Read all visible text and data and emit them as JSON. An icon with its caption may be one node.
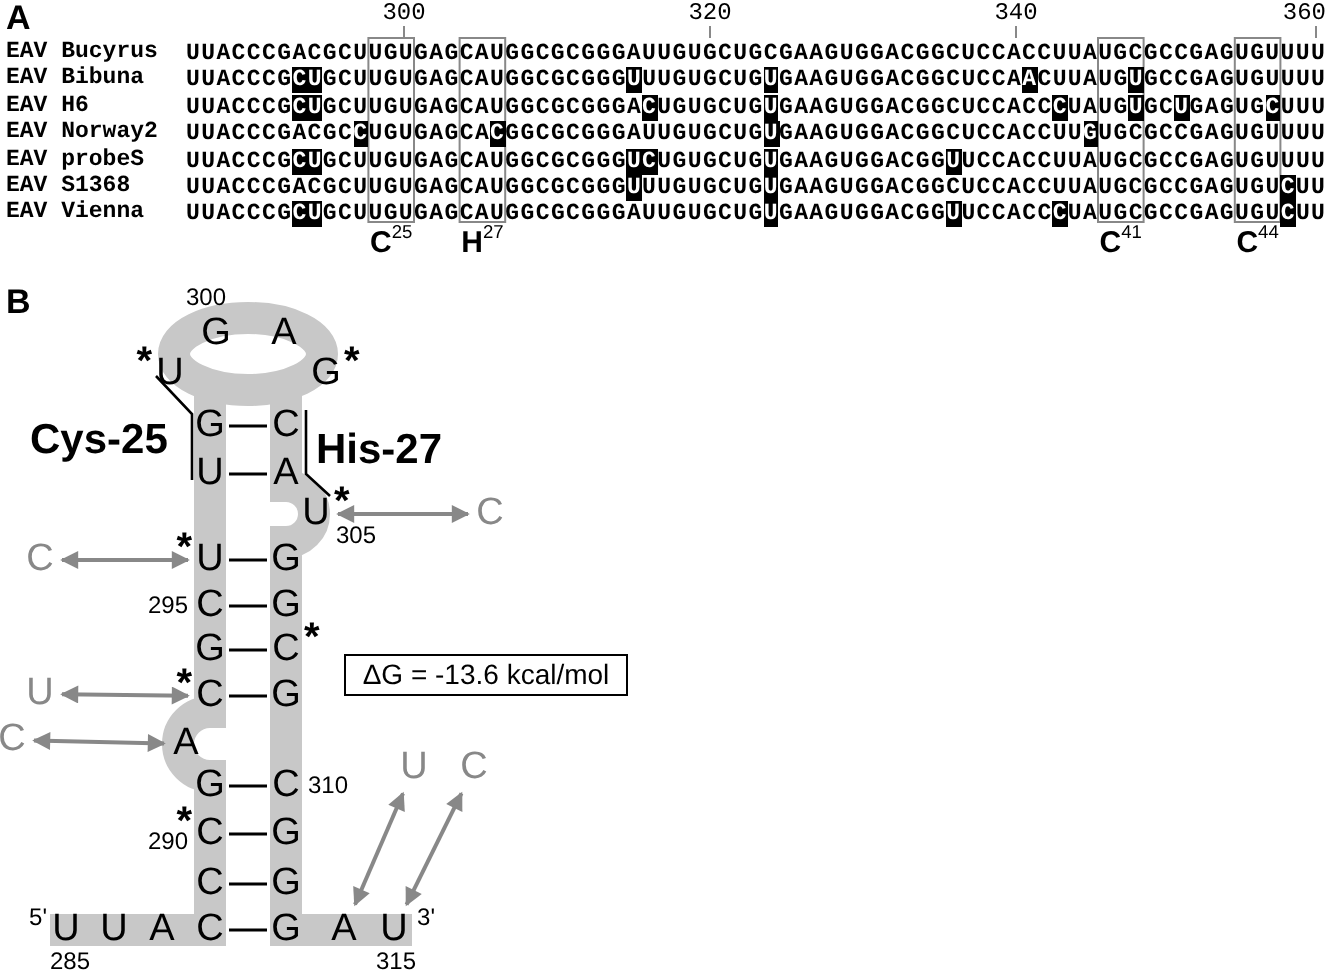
{
  "diagram": {
    "nodes": [
      {
        "text": [
          "U"
        ]
      },
      {
        "text": [
          "U"
        ]
      },
      {
        "text": [
          "A"
        ]
      },
      {
        "text": [
          "C"
        ]
      },
      {
        "text": [
          "C"
        ]
      },
      {
        "text": [
          "C"
        ],
        "beside": [
          "*"
        ]
      },
      {
        "text": [
          "G"
        ]
      },
      {
        "text": [
          "A"
        ]
      },
      {
        "text": [
          "C"
        ],
        "beside": [
          "*"
        ]
      },
      {
        "text": [
          "G"
        ]
      },
      {
        "text": [
          "C"
        ]
      },
      {
        "text": [
          "U"
        ],
        "beside": [
          "*"
        ]
      },
      {
        "text": [
          "U"
        ]
      },
      {
        "text": [
          "G"
        ]
      },
      {
        "text": [
          "U"
        ],
        "beside": [
          "*"
        ]
      },
      {
        "text": [
          "G"
        ]
      },
      {
        "text": [
          "A"
        ]
      },
      {
        "text": [
          "G"
        ],
        "beside": [
          "*"
        ]
      },
      {
        "text": [
          "C"
        ]
      },
      {
        "text": [
          "A"
        ]
      },
      {
        "text": [
          "U"
        ],
        "beside": [
          "*"
        ]
      },
      {
        "text": [
          "G"
        ]
      },
      {
        "text": [
          "G"
        ]
      },
      {
        "text": [
          "C"
        ],
        "beside": [
          "*"
        ]
      },
      {
        "text": [
          "G"
        ]
      },
      {
        "text": [
          "C"
        ]
      },
      {
        "text": [
          "G"
        ]
      },
      {
        "text": [
          "G"
        ]
      },
      {
        "text": [
          "G"
        ]
      },
      {
        "text": [
          "A"
        ]
      },
      {
        "text": [
          "U"
        ]
      },
      {
        "text": [
          "ΔG = -13.6 kcal/mol"
        ]
      },
      {
        "text": [
          "C"
        ]
      },
      {
        "text": [
          "C"
        ]
      },
      {
        "text": [
          "U"
        ]
      },
      {
        "text": [
          "C"
        ]
      },
      {
        "text": [
          "U"
        ]
      },
      {
        "text": [
          "C"
        ]
      }
    ],
    "edges": [
      {
        "from": 3,
        "to": 28,
        "arrow": "none"
      },
      {
        "from": 4,
        "to": 27,
        "arrow": "none"
      },
      {
        "from": 5,
        "to": 26,
        "arrow": "none"
      },
      {
        "from": 6,
        "to": 25,
        "arrow": "none"
      },
      {
        "from": 8,
        "to": 24,
        "arrow": "none"
      },
      {
        "from": 9,
        "to": 23,
        "arrow": "none"
      },
      {
        "from": 10,
        "to": 22,
        "arrow": "none"
      },
      {
        "from": 11,
        "to": 21,
        "arrow": "none"
      },
      {
        "from": 12,
        "to": 19,
        "arrow": "none"
      },
      {
        "from": 13,
        "to": 18,
        "arrow": "none"
      },
      {
        "from": 32,
        "to": 11,
        "arrow": "both",
        "color": "#888888"
      },
      {
        "from": 33,
        "to": 20,
        "arrow": "both",
        "color": "#888888"
      },
      {
        "from": 34,
        "to": 8,
        "arrow": "both",
        "color": "#888888"
      },
      {
        "from": 35,
        "to": 7,
        "arrow": "both",
        "color": "#888888"
      },
      {
        "from": 36,
        "to": 29,
        "arrow": "both",
        "color": "#888888"
      },
      {
        "from": 37,
        "to": 30,
        "arrow": "both",
        "color": "#888888"
      }
    ],
    "labels": [
      "A",
      "300",
      "320",
      "340",
      "360",
      "EAV Bucyrus",
      "UUACCCGACGCUUGUGAGCAUGGCGCGGGAUUGUGCUGCGAAGUGGACGGCUCCACCUUAUGCGCCGAGUGUUUU",
      "EAV Bibuna",
      "UUACCCG**CU**GCUUGUGAGCAUGGCGCGGG**U**UUGUGCUG**U**GAAGUGGACGGCUCCA**A**CUUAUG**U**GCCGAGUGUUUU",
      "EAV H6",
      "UUACCCG**CU**GCUUGUGAGCAUGGCGCGGGA**C**UGUGCUG**U**GAAGUGGACGGCUCCACC**C**UAUG**U**GC**U**GAGUG**C**UUU",
      "EAV Norway2",
      "UUACCCGACGC**C**UGUGAGCA**C**GGCGCGGGAUUGUGCUG**U**GAAGUGGACGGCUCCACCUU**G**UGCGCCGAGUGUUUU",
      "EAV probeS",
      "UUACCCG**CU**GCUUGUGAGCAUGGCGCGGG**UC**UGUGCUG**U**GAAGUGGACGG**U**UCCACCUUAUGCGCCGAGUGUUUU",
      "EAV S1368",
      "UUACCCGACGCUUGUGAGCAUGGCGCGGG**U**UUGUGCUG**U**GAAGUGGACGGCUCCACCUUAUGCGCCGAGUGU**C**UU",
      "EAV Vienna",
      "UUACCCG**CU**GCUUGUGAGCAUGGCGCGGGAUUGUGCUG**U**GAAGUGGACGG**U**UCCACC**C**UAUGCGCCGAGUGU**C**UU",
      "C$^{25}$",
      "H$^{27}$",
      "C$^{41}$",
      "C$^{44}$",
      "B",
      "300",
      "Cys-25",
      "His-27",
      "305",
      "295",
      "310",
      "290",
      "5'",
      "3'",
      "285",
      "315"
    ]
  }
}
